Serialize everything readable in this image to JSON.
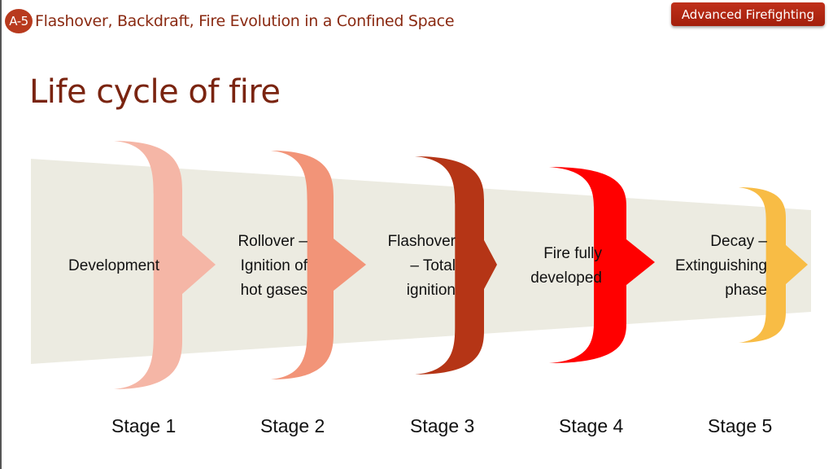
{
  "header": {
    "badge": "A-5",
    "title": "Flashover, Backdraft, Fire Evolution in a Confined Space",
    "tag": "Advanced Firefighting"
  },
  "slide": {
    "title": "Life cycle of fire"
  },
  "stages": [
    {
      "label": "Stage 1",
      "text_lines": [
        "Development"
      ],
      "color": "#f5b6a6"
    },
    {
      "label": "Stage 2",
      "text_lines": [
        "Rollover –",
        "Ignition of",
        "hot gases"
      ],
      "color": "#f29478"
    },
    {
      "label": "Stage 3",
      "text_lines": [
        "Flashover",
        "– Total",
        "ignition"
      ],
      "color": "#b53516"
    },
    {
      "label": "Stage 4",
      "text_lines": [
        "Fire fully",
        "developed"
      ],
      "color": "#ff0000"
    },
    {
      "label": "Stage 5",
      "text_lines": [
        "Decay –",
        "Extinguishing",
        "phase"
      ],
      "color": "#f8bc45"
    }
  ],
  "colors": {
    "band": "#ecebe1",
    "accent": "#b83a1e",
    "title": "#7a2410"
  }
}
